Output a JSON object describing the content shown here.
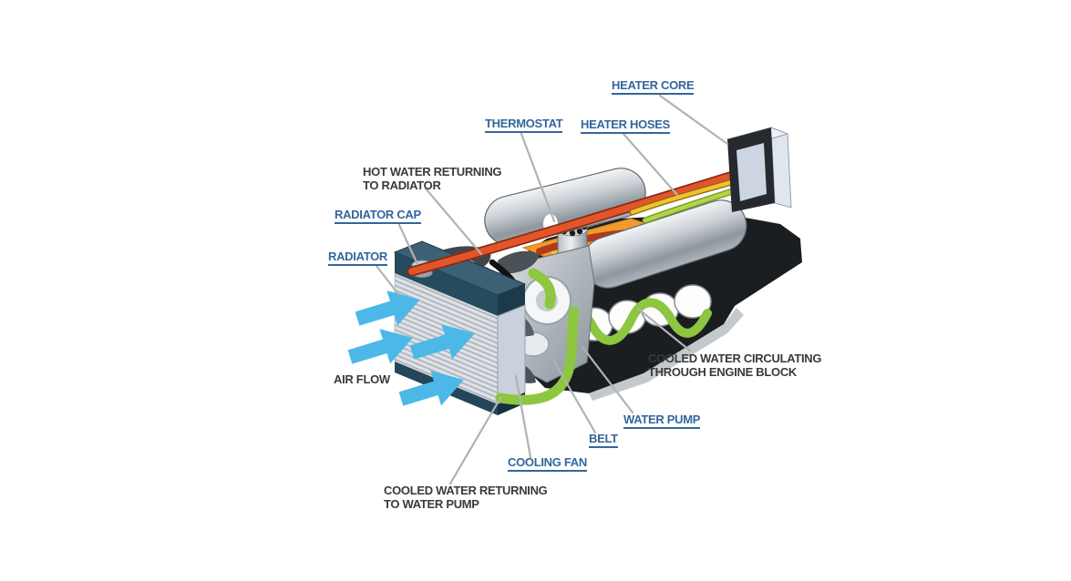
{
  "diagram": {
    "subject": "automotive engine cooling system cutaway diagram",
    "labels": {
      "heater_core": "HEATER CORE",
      "thermostat": "THERMOSTAT",
      "heater_hoses": "HEATER HOSES",
      "hot_water_returning_line1": "HOT WATER RETURNING",
      "hot_water_returning_line2": "TO RADIATOR",
      "radiator_cap": "RADIATOR CAP",
      "radiator": "RADIATOR",
      "air_flow": "AIR FLOW",
      "cooled_circulating_line1": "COOLED WATER CIRCULATING",
      "cooled_circulating_line2": "THROUGH ENGINE BLOCK",
      "water_pump": "WATER PUMP",
      "belt": "BELT",
      "cooling_fan": "COOLING FAN",
      "cooled_returning_line1": "COOLED WATER RETURNING",
      "cooled_returning_line2": "TO WATER PUMP"
    }
  },
  "colors": {
    "label_link_blue": "#33669c",
    "label_text_dark": "#3a3a3a",
    "leader_line_gray": "#b2b2b2",
    "hot_water_hose": "#e2552b",
    "heater_hose_yellow": "#f2c12e",
    "heater_return_green": "#b5d44a",
    "coolant_green": "#8dc63f",
    "air_flow_blue": "#4bb8e8",
    "radiator_tank_teal": "#264a5e",
    "engine_block_dark": "#1b1e21",
    "intake_orange": "#f29a2e"
  }
}
